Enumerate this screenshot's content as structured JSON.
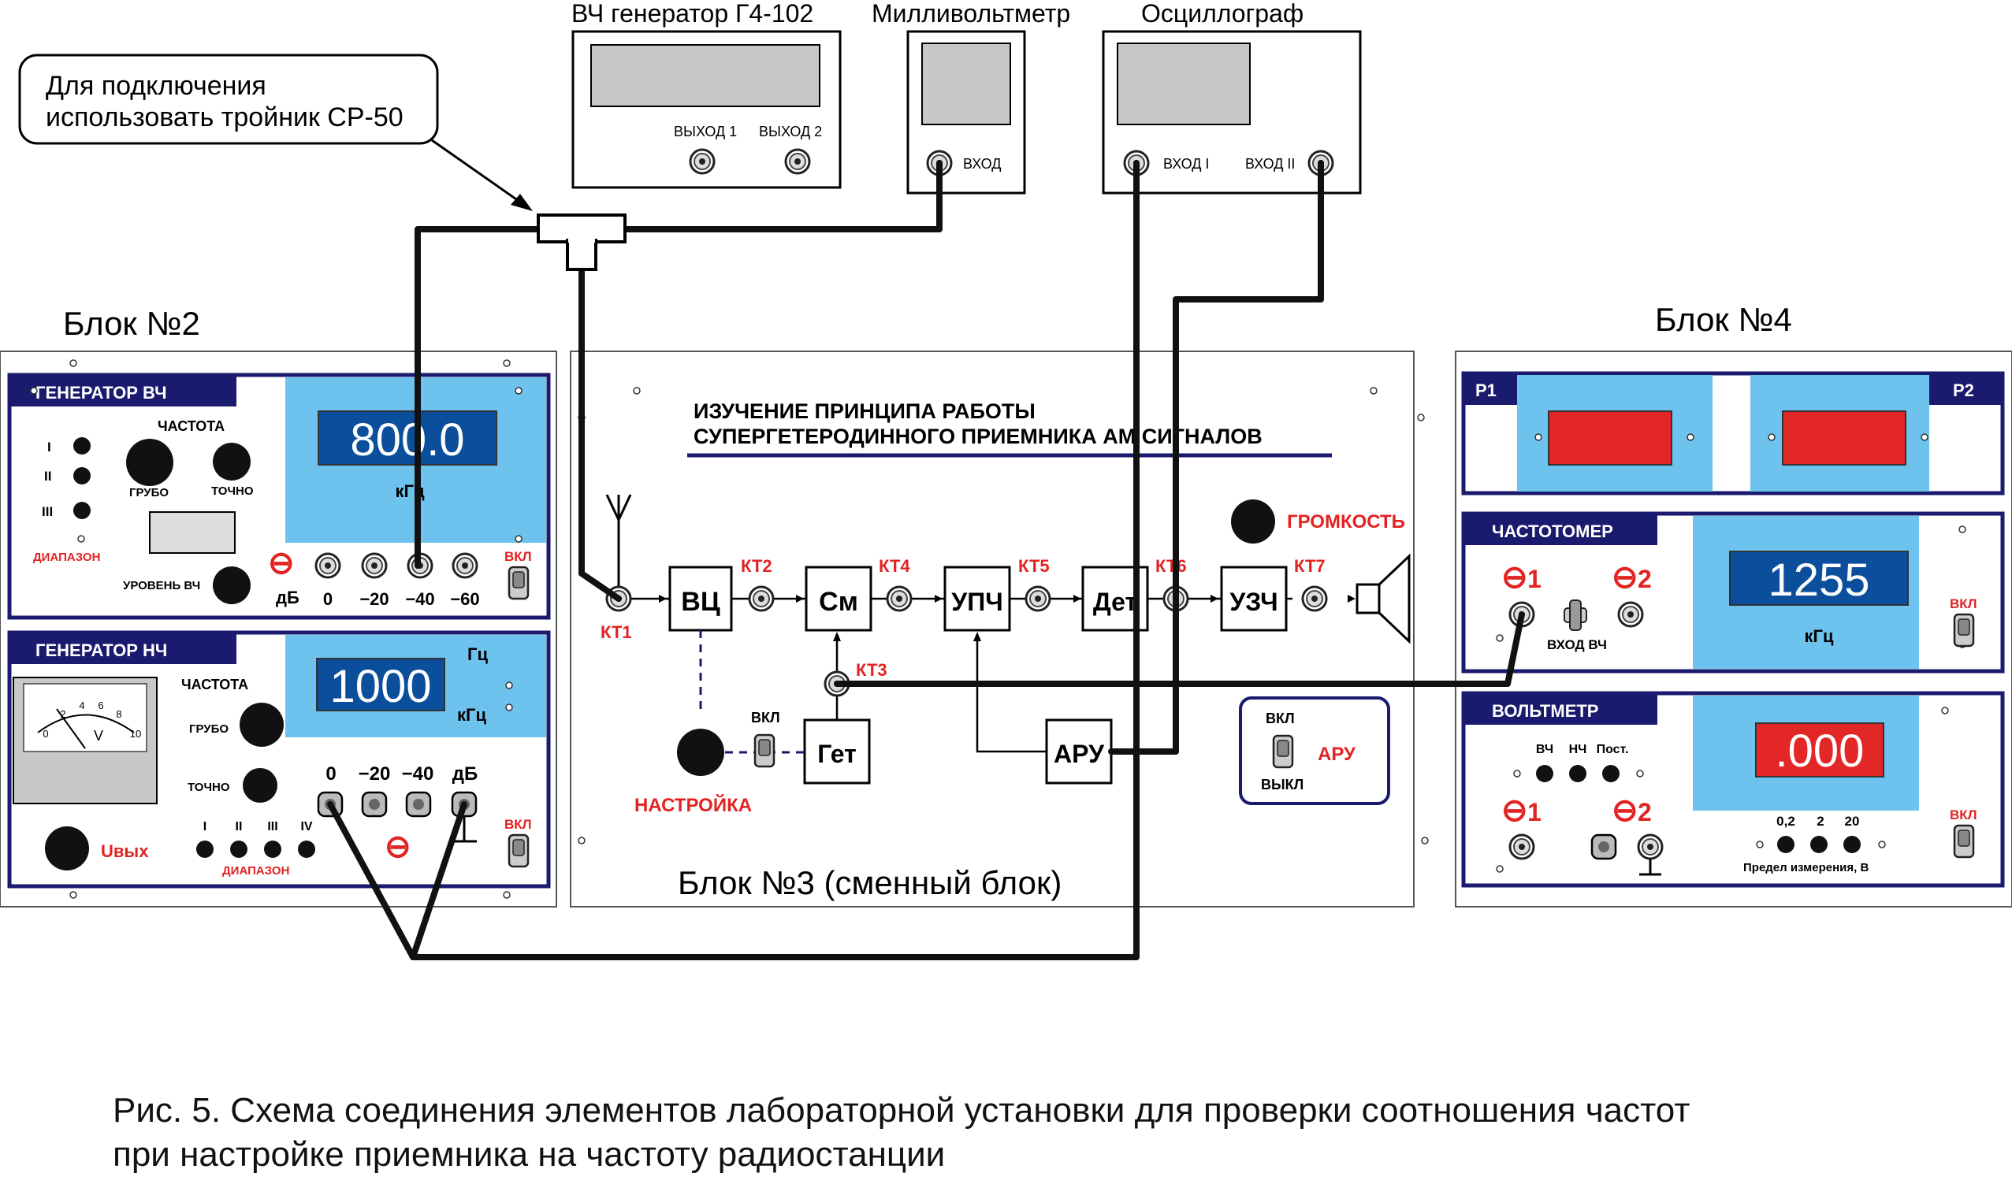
{
  "instruments": {
    "generator": {
      "title": "ВЧ генератор Г4-102",
      "out1": "ВЫХОД 1",
      "out2": "ВЫХОД 2"
    },
    "millivoltmeter": {
      "title": "Милливольтметр",
      "input": "ВХОД"
    },
    "oscilloscope": {
      "title": "Осциллограф",
      "input1": "ВХОД I",
      "input2": "ВХОД II"
    }
  },
  "note": {
    "line1": "Для подключения",
    "line2": "использовать тройник СР-50"
  },
  "block2": {
    "label": "Блок №2",
    "hf_gen": {
      "title": "ГЕНЕРАТОР ВЧ",
      "freq_label": "ЧАСТОТА",
      "range_marks": [
        "I",
        "II",
        "III"
      ],
      "range_label": "ДИАПАЗОН",
      "coarse": "ГРУБО",
      "fine": "ТОЧНО",
      "display": "800.0",
      "unit": "кГц",
      "level_label": "УРОВЕНЬ ВЧ",
      "db_label": "дБ",
      "atten": [
        "0",
        "−20",
        "−40",
        "−60"
      ],
      "on": "ВКЛ"
    },
    "lf_gen": {
      "title": "ГЕНЕРАТОР НЧ",
      "freq_label": "ЧАСТОТА",
      "coarse": "ГРУБО",
      "fine": "ТОЧНО",
      "display": "1000",
      "unit_hz": "Гц",
      "unit_khz": "кГц",
      "meter_scale": [
        "0",
        "2",
        "4",
        "6",
        "8",
        "10"
      ],
      "meter_unit": "V",
      "atten": [
        "0",
        "−20",
        "−40",
        "дБ"
      ],
      "range_marks": [
        "I",
        "II",
        "III",
        "IV"
      ],
      "range_label": "ДИАПАЗОН",
      "uout_label": "Uвых",
      "on": "ВКЛ"
    }
  },
  "block3": {
    "label": "Блок №3 (сменный блок)",
    "title1": "ИЗУЧЕНИЕ  ПРИНЦИПА  РАБОТЫ",
    "title2": "СУПЕРГЕТЕРОДИННОГО  ПРИЕМНИКА  АМ  СИГНАЛОВ",
    "stages": [
      "ВЦ",
      "См",
      "УПЧ",
      "Дет",
      "УЗЧ"
    ],
    "het": "Гет",
    "agc": "АРУ",
    "testpoints": [
      "КТ1",
      "КТ2",
      "КТ3",
      "КТ4",
      "КТ5",
      "КТ6",
      "КТ7"
    ],
    "tuning": "НАСТРОЙКА",
    "volume": "ГРОМКОСТЬ",
    "het_switch": "ВКЛ",
    "agc_on": "ВКЛ",
    "agc_off": "ВЫКЛ",
    "agc_label": "АРУ"
  },
  "block4": {
    "label": "Блок №4",
    "p1": "Р1",
    "p2": "Р2",
    "freqmeter": {
      "title": "ЧАСТОТОМЕР",
      "display": "1255",
      "unit": "кГц",
      "in1": "1",
      "in2": "2",
      "input_label": "ВХОД  ВЧ",
      "on": "ВКЛ"
    },
    "voltmeter": {
      "title": "ВОЛЬТМЕТР",
      "display": ".000",
      "modes": [
        "ВЧ",
        "НЧ",
        "Пост."
      ],
      "in1": "1",
      "in2": "2",
      "limits": [
        "0,2",
        "2",
        "20"
      ],
      "limit_label": "Предел измерения, В",
      "on": "ВКЛ"
    }
  },
  "caption": {
    "line1": "Рис. 5. Схема соединения элементов лабораторной установки для проверки соотношения частот",
    "line2": "при настройке приемника на частоту радиостанции"
  },
  "colors": {
    "panel_border": "#1a1a6e",
    "title_bar": "#1a1a6e",
    "display_bg": "#6ec3ee",
    "lcd_blue": "#0b4f9c",
    "lcd_red": "#e32626",
    "accent_red": "#e32222",
    "wire": "#111111"
  }
}
